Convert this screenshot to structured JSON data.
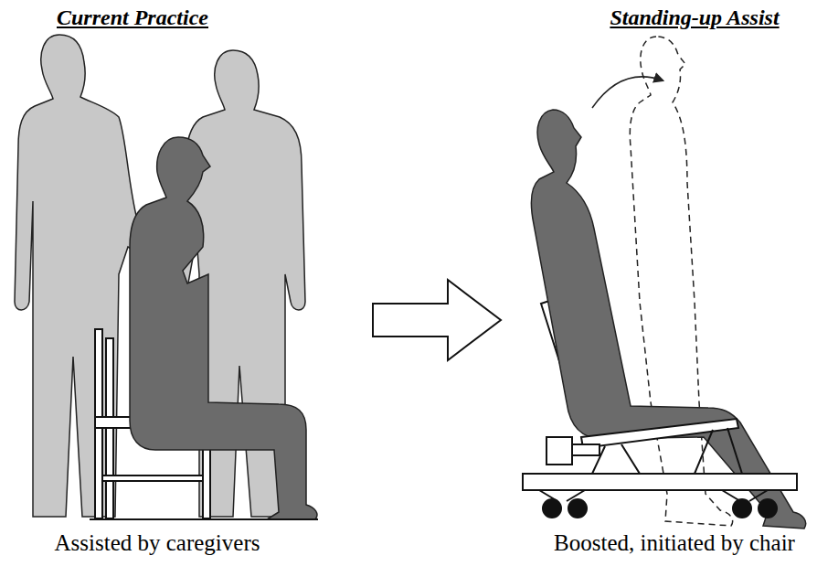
{
  "diagram": {
    "labels": [
      "Current Practice",
      "Standing-up Assist",
      "Assisted by caregivers",
      "Boosted, initiated by chair"
    ]
  }
}
